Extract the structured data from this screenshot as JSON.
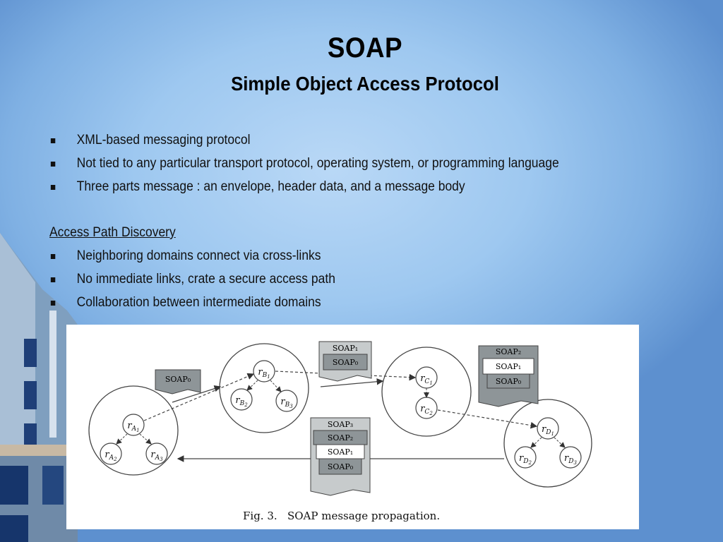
{
  "slide": {
    "title": "SOAP",
    "subtitle": "Simple Object Access Protocol",
    "bullets": [
      "XML-based messaging protocol",
      "Not tied to any particular transport protocol, operating system, or programming language",
      "Three parts message : an envelope, header data, and a message body"
    ],
    "section_heading": "Access Path Discovery",
    "section_bullets": [
      "Neighboring domains connect via cross-links",
      "No immediate links, crate a secure access path",
      "Collaboration between intermediate domains"
    ]
  },
  "figure": {
    "caption": "Fig. 3.   SOAP message propagation.",
    "messages": {
      "m0": [
        "SOAP₀"
      ],
      "m1": [
        "SOAP₁",
        "SOAP₀"
      ],
      "m2": [
        "SOAP₂",
        "SOAP₁",
        "SOAP₀"
      ],
      "m3": [
        "SOAP₃",
        "SOAP₂",
        "SOAP₁",
        "SOAP₀"
      ]
    },
    "nodes": {
      "rA1": {
        "main": "r",
        "sub": "A",
        "subsub": "1"
      },
      "rA2": {
        "main": "r",
        "sub": "A",
        "subsub": "2"
      },
      "rA3": {
        "main": "r",
        "sub": "A",
        "subsub": "3"
      },
      "rB1": {
        "main": "r",
        "sub": "B",
        "subsub": "1"
      },
      "rB2": {
        "main": "r",
        "sub": "B",
        "subsub": "2"
      },
      "rB3": {
        "main": "r",
        "sub": "B",
        "subsub": "3"
      },
      "rC1": {
        "main": "r",
        "sub": "C",
        "subsub": "1"
      },
      "rC2": {
        "main": "r",
        "sub": "C",
        "subsub": "2"
      },
      "rD1": {
        "main": "r",
        "sub": "D",
        "subsub": "1"
      },
      "rD2": {
        "main": "r",
        "sub": "D",
        "subsub": "2"
      },
      "rD3": {
        "main": "r",
        "sub": "D",
        "subsub": "3"
      }
    }
  }
}
